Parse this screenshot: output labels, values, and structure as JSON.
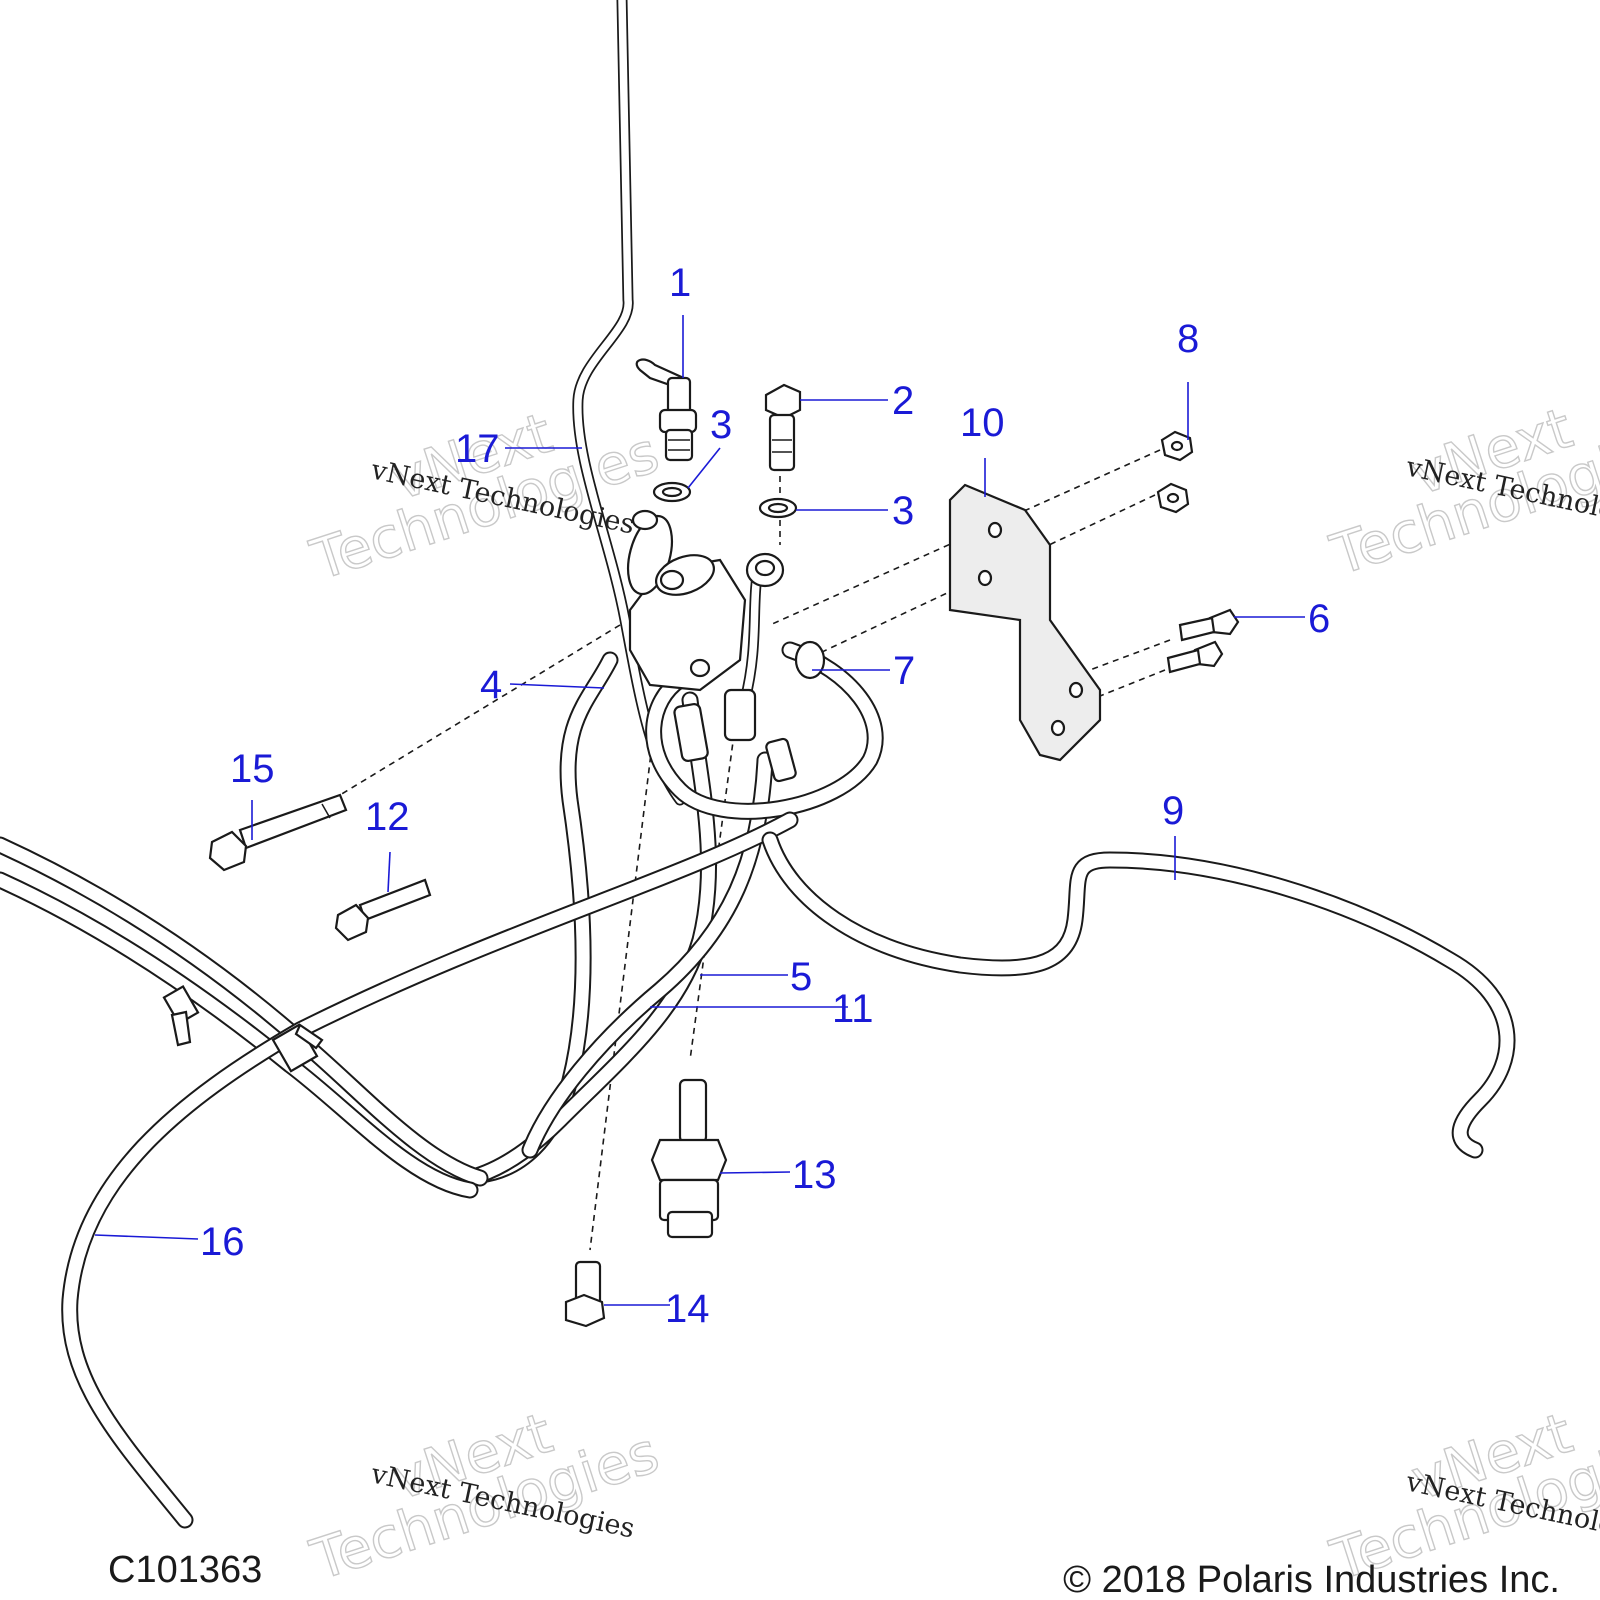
{
  "figure_id": "C101363",
  "copyright": "© 2018 Polaris Industries Inc.",
  "watermark": {
    "line_top": "vNext",
    "line_mid": "vNext Technologies",
    "line_bottom": "Technologies"
  },
  "callouts": [
    "1",
    "2",
    "3",
    "3",
    "4",
    "5",
    "6",
    "7",
    "8",
    "9",
    "10",
    "11",
    "12",
    "13",
    "14",
    "15",
    "16",
    "17"
  ]
}
